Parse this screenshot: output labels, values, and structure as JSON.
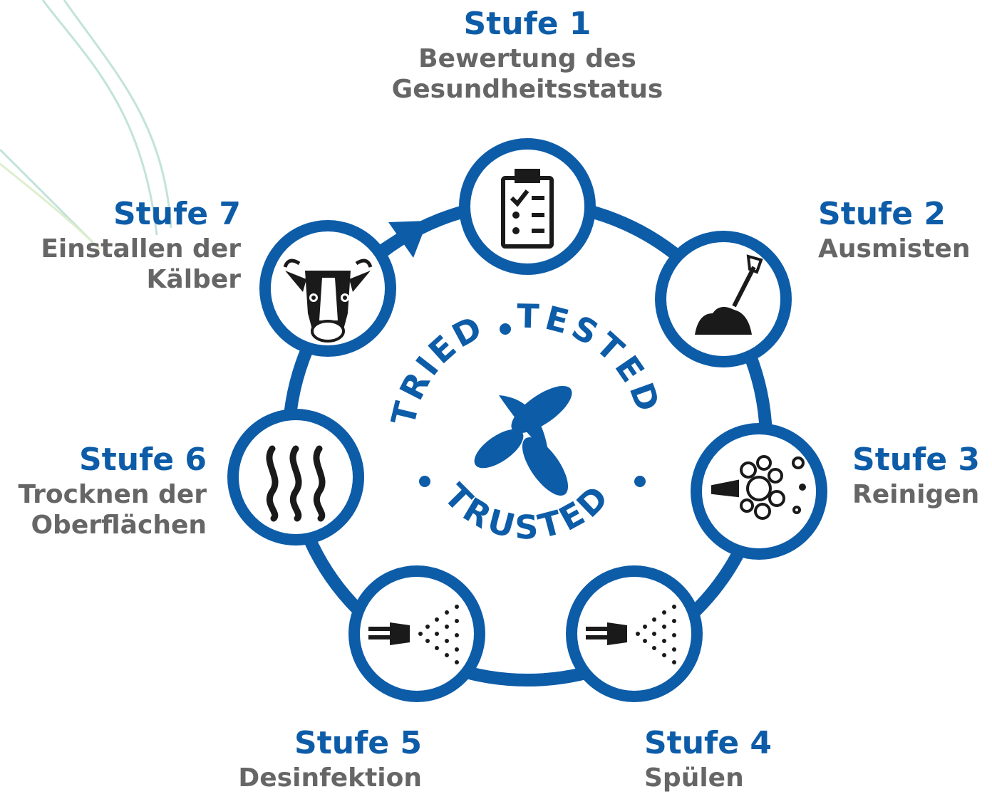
{
  "colors": {
    "brand_blue": "#0d5ca8",
    "gray_text": "#666666",
    "swirl": "#9fd3c7"
  },
  "steps": [
    {
      "title": "Stufe 1",
      "line1": "Bewertung des",
      "line2": "Gesundheitsstatus",
      "icon": "clipboard-checklist-icon"
    },
    {
      "title": "Stufe 2",
      "line1": "Ausmisten",
      "line2": "",
      "icon": "shovel-manure-icon"
    },
    {
      "title": "Stufe 3",
      "line1": "Reinigen",
      "line2": "",
      "icon": "foam-cleaner-icon"
    },
    {
      "title": "Stufe 4",
      "line1": "Spülen",
      "line2": "",
      "icon": "spray-nozzle-icon"
    },
    {
      "title": "Stufe 5",
      "line1": "Desinfektion",
      "line2": "",
      "icon": "spray-nozzle-icon"
    },
    {
      "title": "Stufe 6",
      "line1": "Trocknen der",
      "line2": "Oberflächen",
      "icon": "heat-waves-icon"
    },
    {
      "title": "Stufe 7",
      "line1": "Einstallen der",
      "line2": "Kälber",
      "icon": "cow-head-icon"
    }
  ],
  "badge": {
    "word_top_left": "TRIED",
    "word_top_right": "TESTED",
    "word_bottom": "TRUSTED"
  }
}
